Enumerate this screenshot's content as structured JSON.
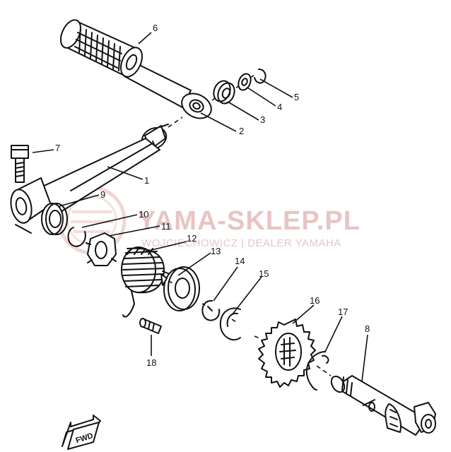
{
  "watermark": {
    "title": "YAMA-SKLEP.PL",
    "subtitle": "WOJCIECHOWICZ | DEALER YAMAHA"
  },
  "direction_badge": "FWD",
  "callouts": [
    {
      "id": "1",
      "part": "kick-crank"
    },
    {
      "id": "2",
      "part": "kick-boss"
    },
    {
      "id": "3",
      "part": "washer"
    },
    {
      "id": "4",
      "part": "plain-washer"
    },
    {
      "id": "5",
      "part": "circlip"
    },
    {
      "id": "6",
      "part": "kick-arm-with-rubber-grip"
    },
    {
      "id": "7",
      "part": "bolt"
    },
    {
      "id": "8",
      "part": "kick-axle"
    },
    {
      "id": "9",
      "part": "oil-seal"
    },
    {
      "id": "10",
      "part": "circlip"
    },
    {
      "id": "11",
      "part": "spring-guide"
    },
    {
      "id": "12",
      "part": "torsion-spring"
    },
    {
      "id": "13",
      "part": "spring-cover"
    },
    {
      "id": "14",
      "part": "circlip"
    },
    {
      "id": "15",
      "part": "circlip"
    },
    {
      "id": "16",
      "part": "kick-gear"
    },
    {
      "id": "17",
      "part": "clip"
    },
    {
      "id": "18",
      "part": "pin"
    }
  ]
}
